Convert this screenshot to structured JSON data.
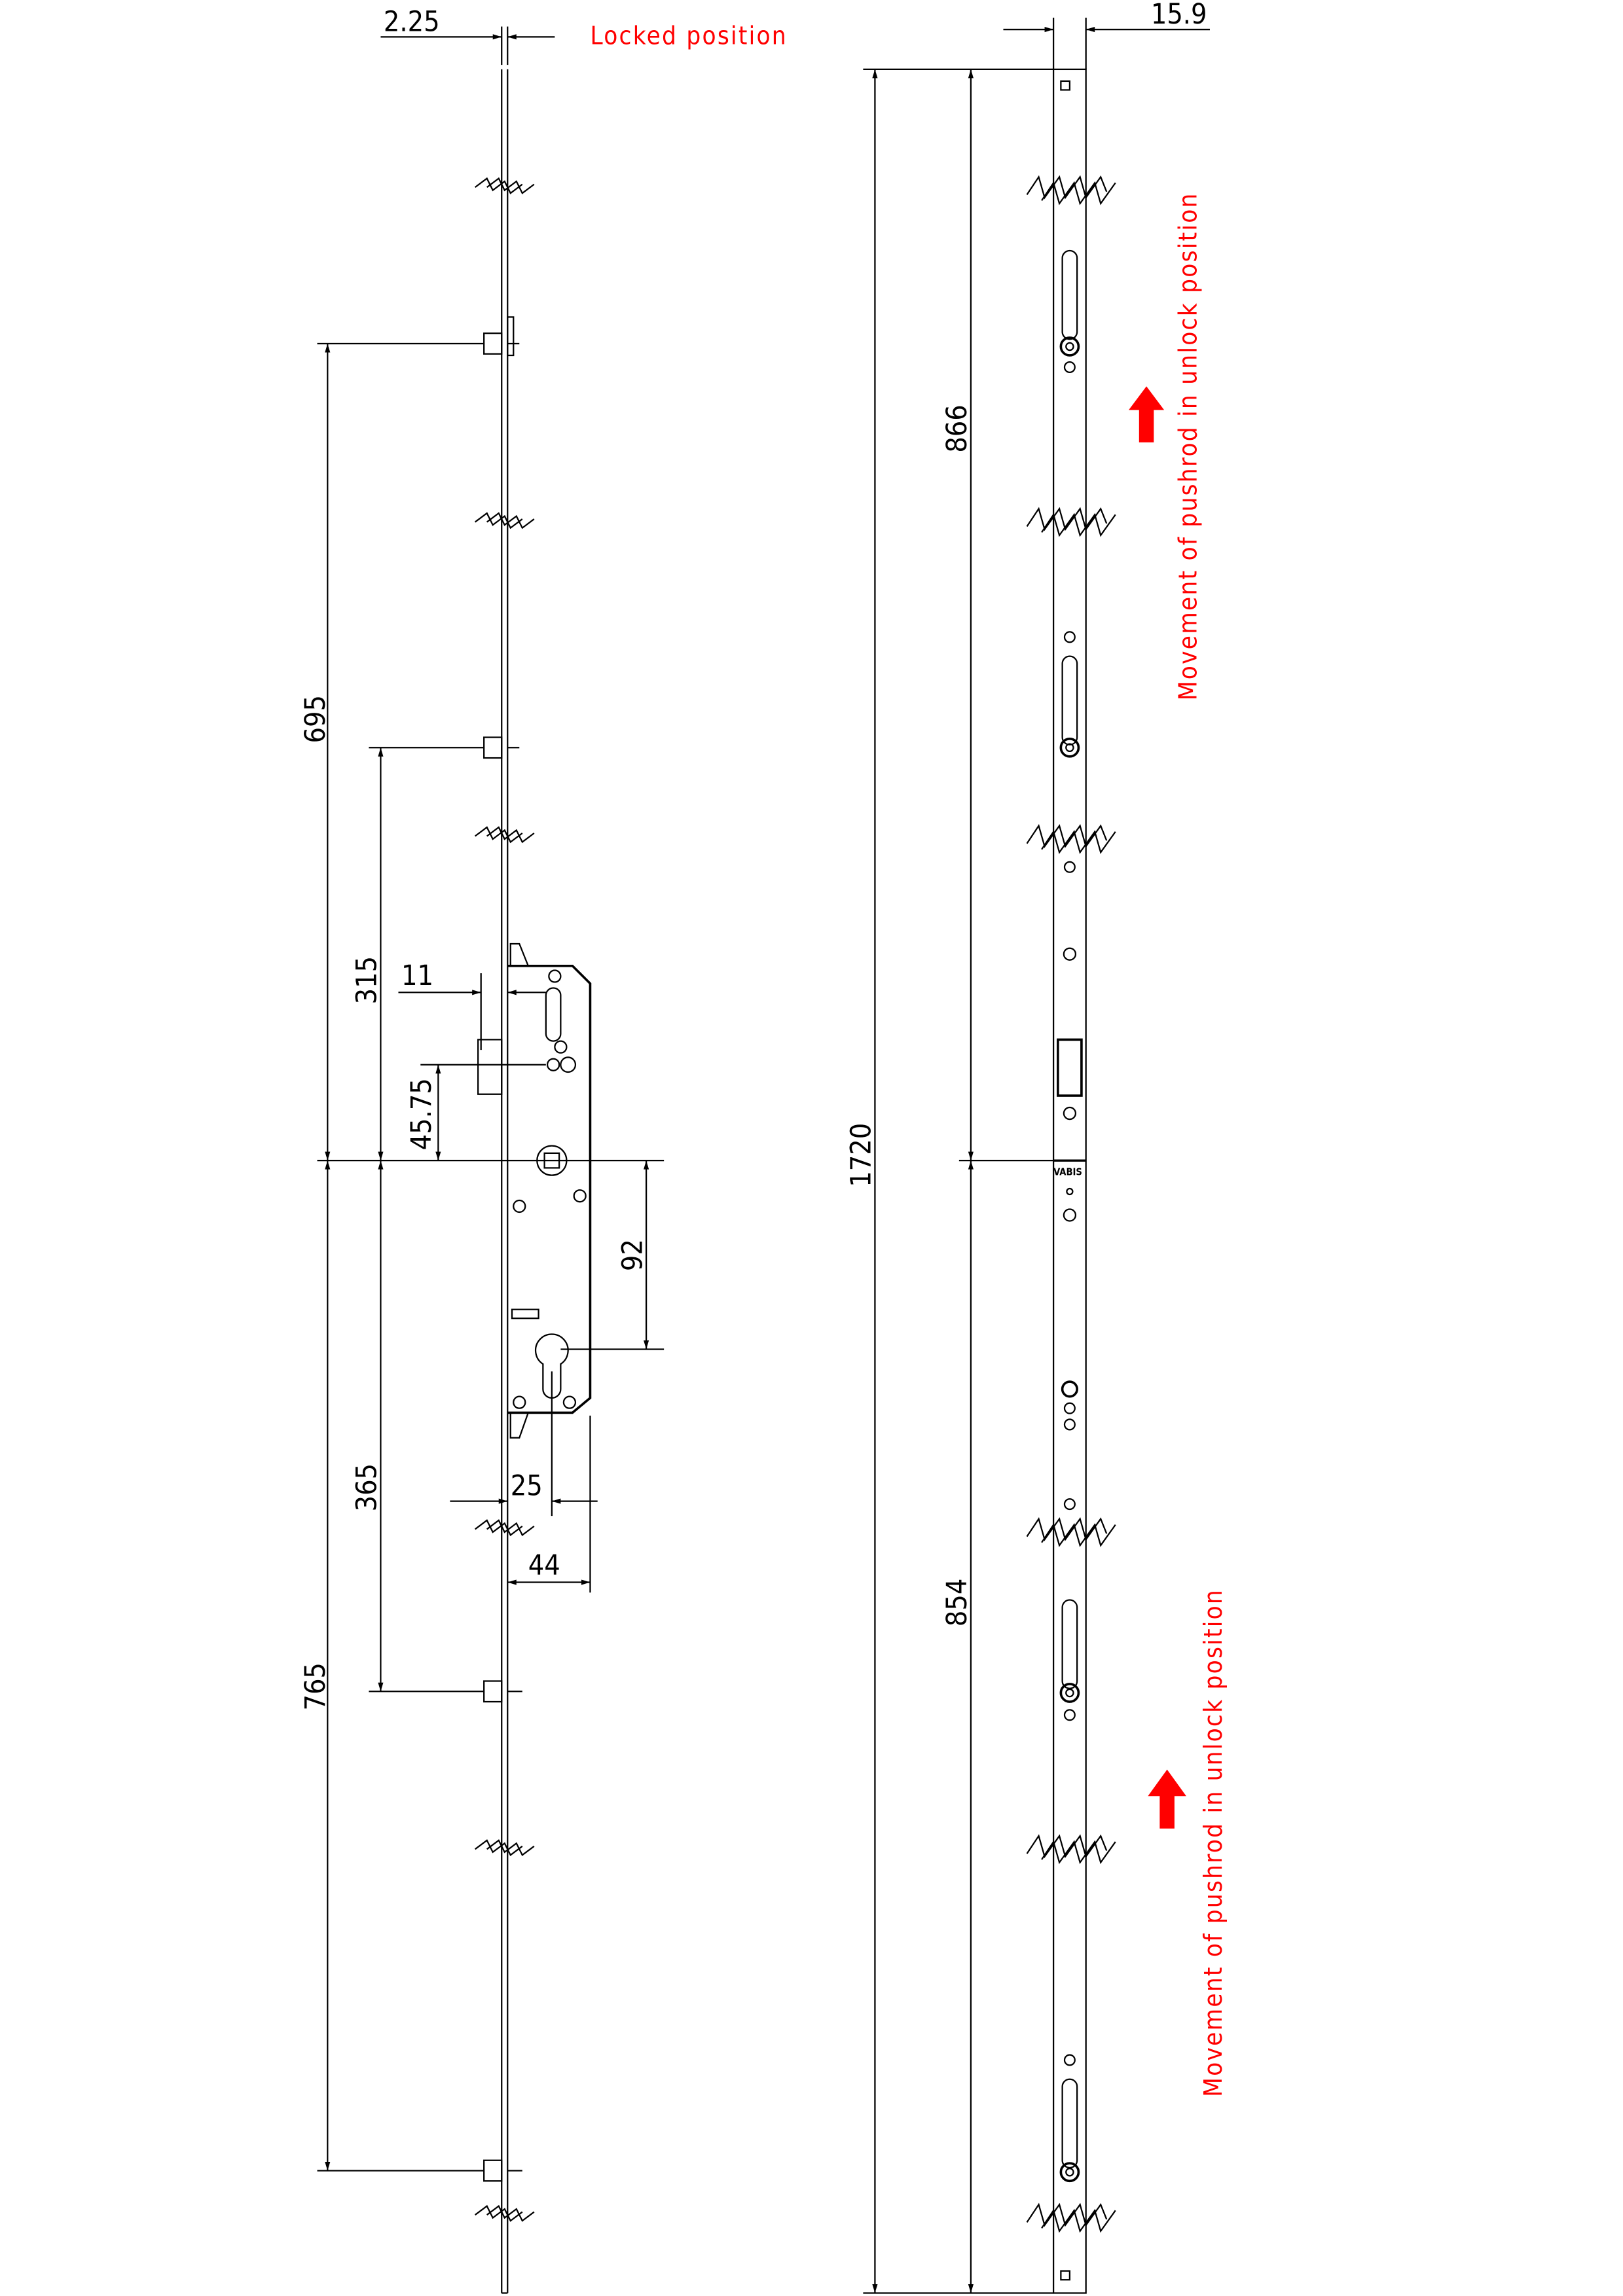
{
  "left_view": {
    "state_label": "Locked position",
    "dims": {
      "rod_thickness": "2.25",
      "d695": "695",
      "d315": "315",
      "d11": "11",
      "d45_75": "45.75",
      "d92": "92",
      "d765": "765",
      "d365": "365",
      "d25": "25",
      "d44": "44"
    }
  },
  "right_view": {
    "brand_mark": "VABIS",
    "dims": {
      "width": "15.9",
      "total": "1720",
      "upper": "866",
      "lower": "854"
    },
    "annotations": {
      "upper_movement": "Movement of pushrod in unlock position",
      "lower_movement": "Movement of pushrod in unlock position"
    }
  },
  "colors": {
    "accent": "#ff0000",
    "line": "#000000"
  }
}
